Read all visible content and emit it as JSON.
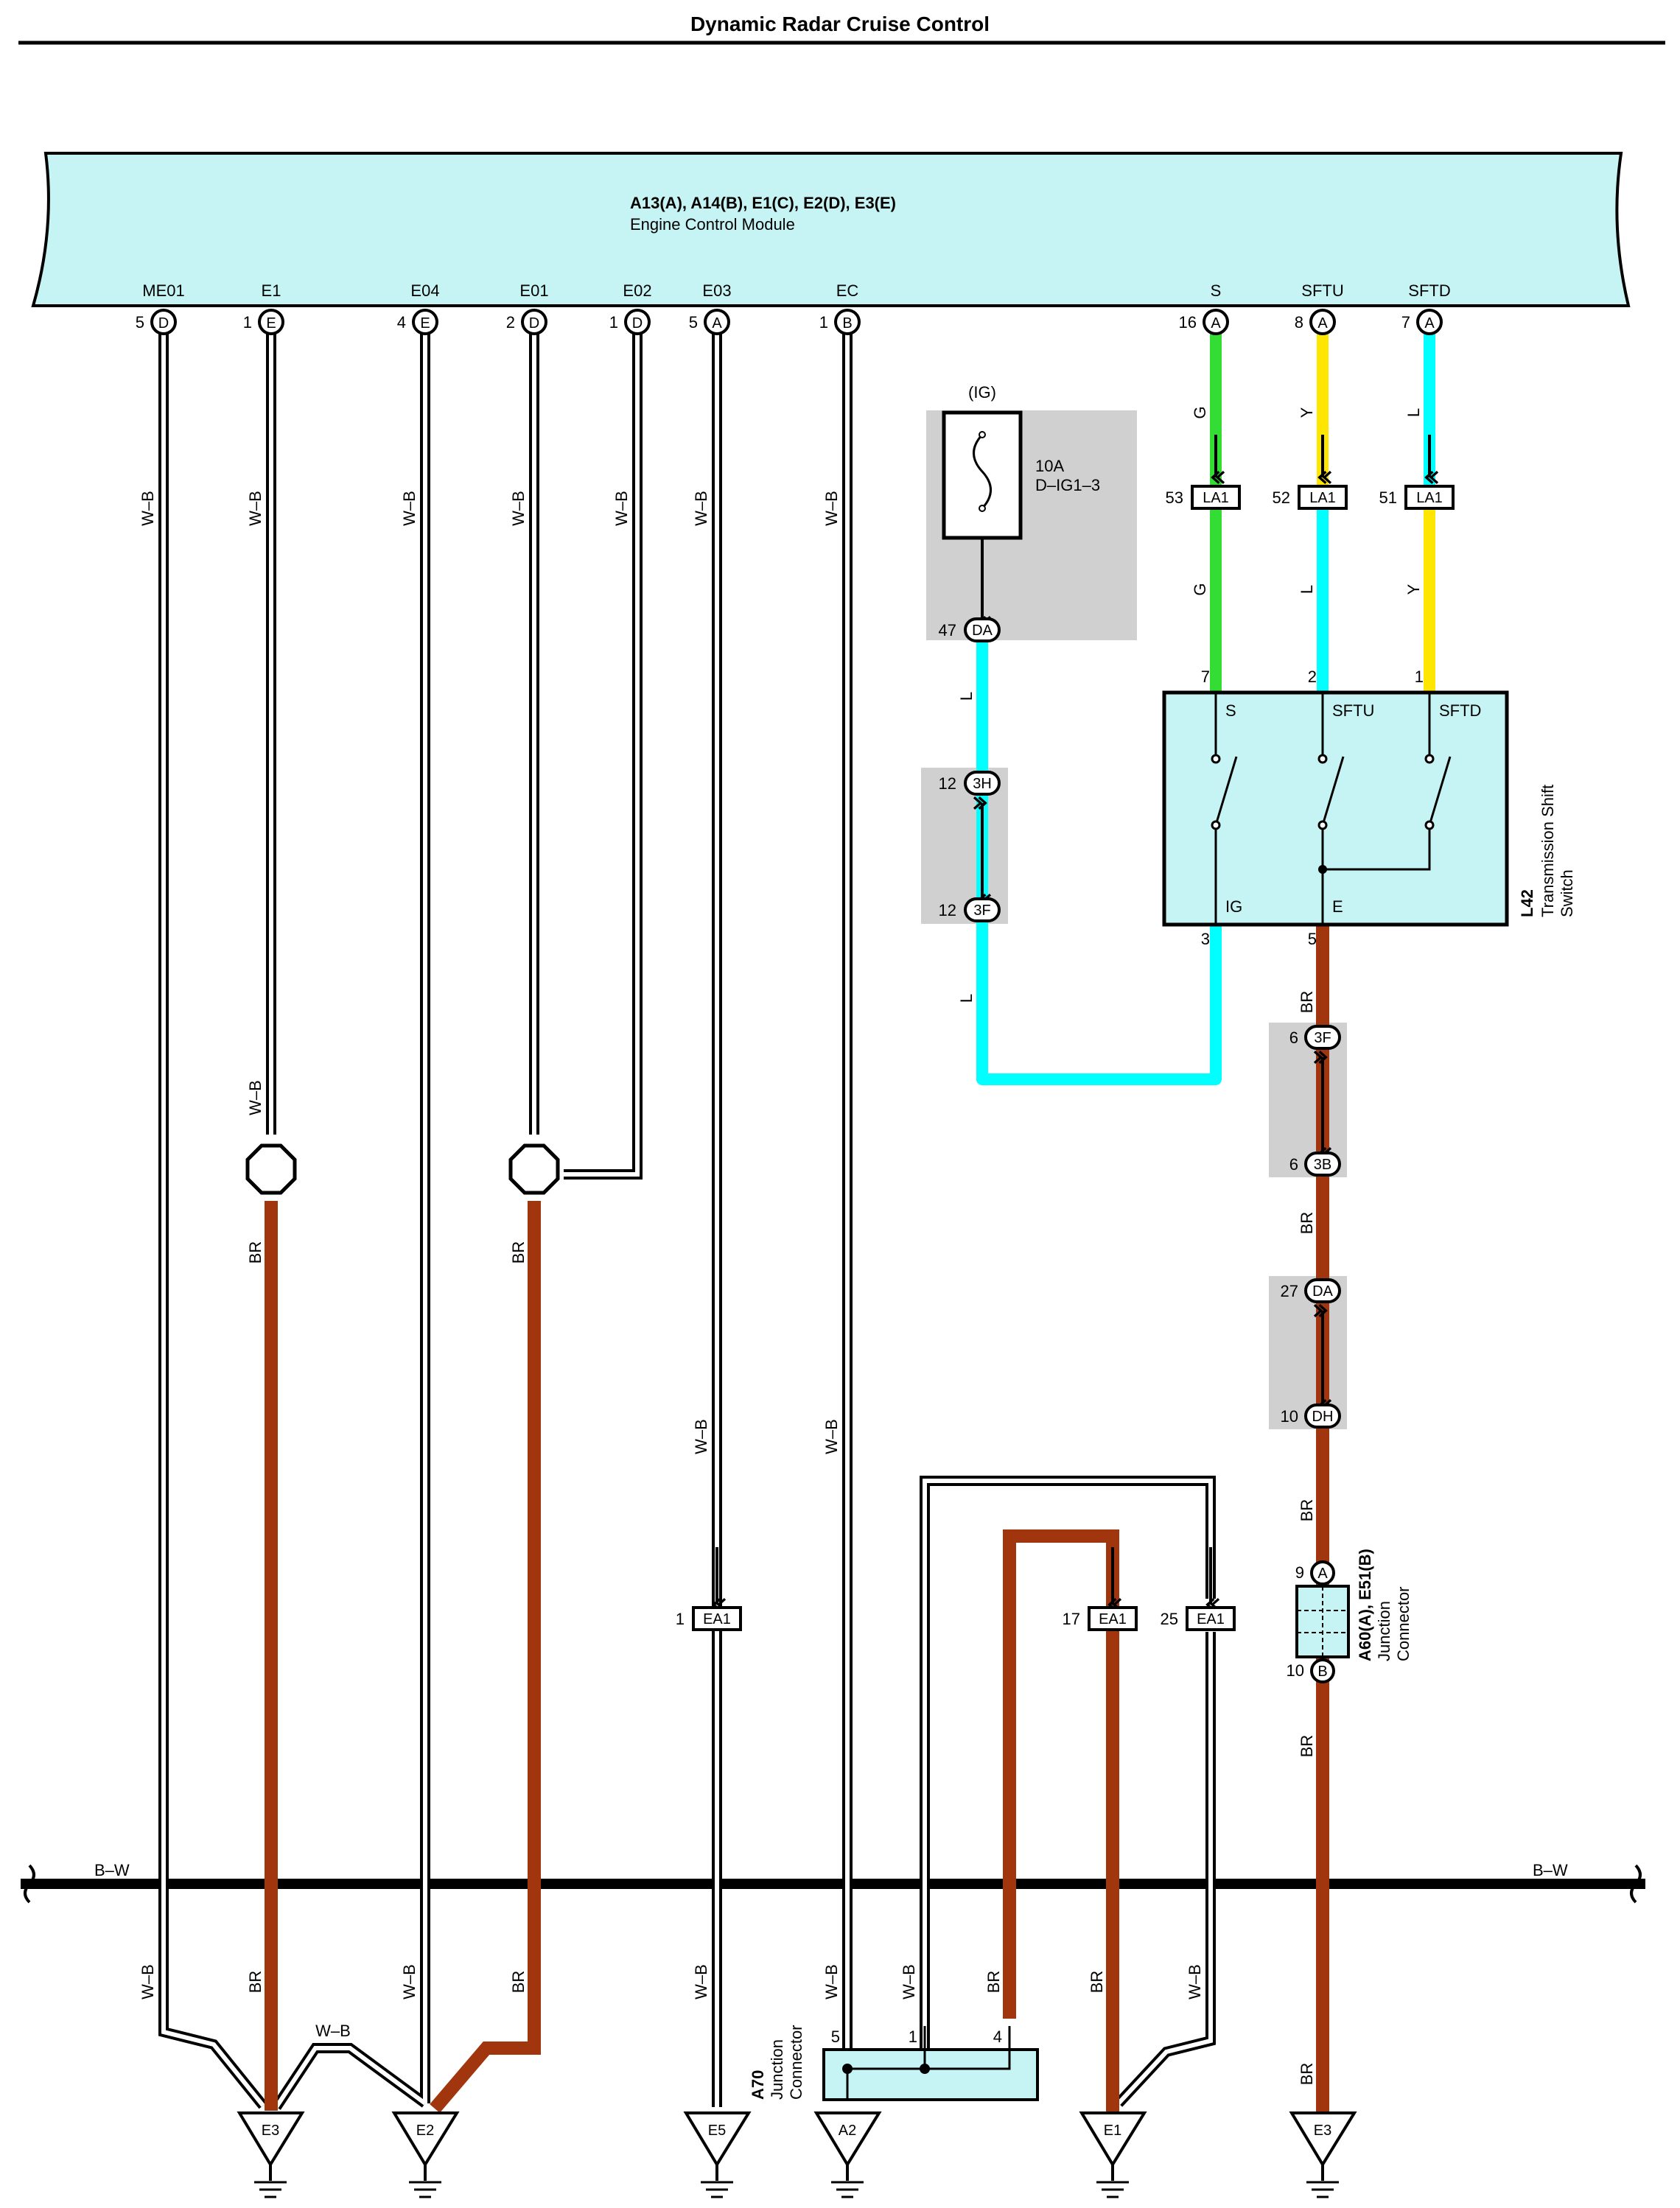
{
  "page": {
    "title": "Dynamic Radar Cruise Control"
  },
  "colors": {
    "ecm_fill": "#c6f4f4",
    "wire_L": "#00ffff",
    "wire_G": "#33dd33",
    "wire_Y": "#ffe600",
    "wire_BR": "#a0350e",
    "ground_bus": "#000000",
    "shade": "#d0d0d0"
  },
  "ecm": {
    "line1": "A13(A), A14(B), E1(C), E2(D), E3(E)",
    "line2": "Engine Control Module",
    "pins": [
      {
        "name": "ME01",
        "num": "5",
        "conn": "D"
      },
      {
        "name": "E1",
        "num": "1",
        "conn": "E"
      },
      {
        "name": "E04",
        "num": "4",
        "conn": "E"
      },
      {
        "name": "E01",
        "num": "2",
        "conn": "D"
      },
      {
        "name": "E02",
        "num": "1",
        "conn": "D"
      },
      {
        "name": "E03",
        "num": "5",
        "conn": "A"
      },
      {
        "name": "EC",
        "num": "1",
        "conn": "B"
      },
      {
        "name": "S",
        "num": "16",
        "conn": "A"
      },
      {
        "name": "SFTU",
        "num": "8",
        "conn": "A"
      },
      {
        "name": "SFTD",
        "num": "7",
        "conn": "A"
      }
    ]
  },
  "wire_colors": {
    "wb": "W–B",
    "br": "BR",
    "g": "G",
    "y": "Y",
    "l": "L",
    "bw": "B–W"
  },
  "fuse": {
    "ig": "(IG)",
    "rating": "10A",
    "name": "D–IG1–3"
  },
  "connectors": {
    "da47": {
      "num": "47",
      "id": "DA"
    },
    "h3h": {
      "num": "12",
      "id": "3H"
    },
    "f3f_l": {
      "num": "12",
      "id": "3F"
    },
    "la1_s": {
      "num": "53",
      "id": "LA1"
    },
    "la1_u": {
      "num": "52",
      "id": "LA1"
    },
    "la1_d": {
      "num": "51",
      "id": "LA1"
    },
    "f3f_r": {
      "num": "6",
      "id": "3F"
    },
    "b3b": {
      "num": "6",
      "id": "3B"
    },
    "da27": {
      "num": "27",
      "id": "DA"
    },
    "dh10": {
      "num": "10",
      "id": "DH"
    },
    "ea1_1": {
      "num": "1",
      "id": "EA1"
    },
    "ea1_17": {
      "num": "17",
      "id": "EA1"
    },
    "ea1_25": {
      "num": "25",
      "id": "EA1"
    },
    "a60_a": {
      "num": "9",
      "id": "A"
    },
    "a60_b": {
      "num": "10",
      "id": "B"
    }
  },
  "switch": {
    "id": "L42",
    "name1": "Transmission Shift",
    "name2": "Switch",
    "term_s": "S",
    "term_sftu": "SFTU",
    "term_sftd": "SFTD",
    "term_ig": "IG",
    "term_e": "E",
    "pin_s": "7",
    "pin_sftu": "2",
    "pin_sftd": "1",
    "pin_ig": "3",
    "pin_e": "5"
  },
  "junction_a60": {
    "id": "A60(A), E51(B)",
    "name1": "Junction",
    "name2": "Connector"
  },
  "junction_a70": {
    "id": "A70",
    "name1": "Junction",
    "name2": "Connector",
    "pin1": "5",
    "pin2": "1",
    "pin3": "4"
  },
  "grounds": [
    "E3",
    "E2",
    "E5",
    "A2",
    "E1",
    "E3"
  ]
}
